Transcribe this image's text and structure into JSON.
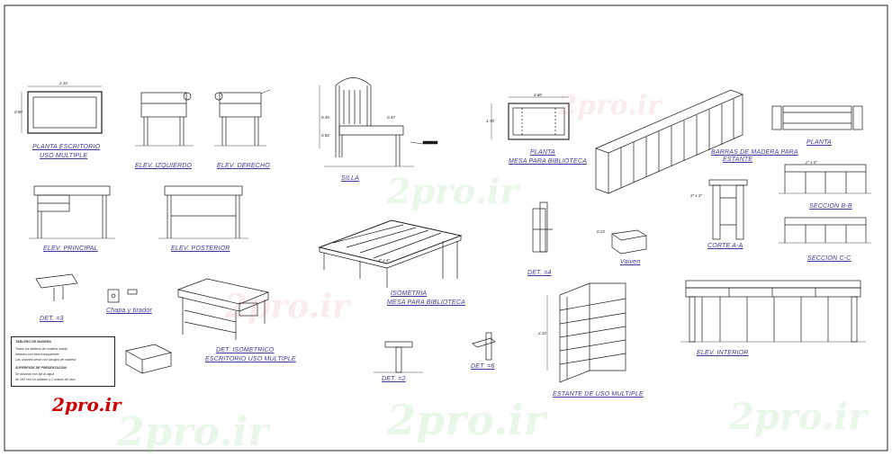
{
  "drawing": {
    "views": {
      "planta_escritorio": "PLANTA ESCRITORIO",
      "uso_multiple": "USO MULTIPLE",
      "elev_izquierdo": "ELEV. IZQUIERDO",
      "elev_derecho": "ELEV. DERECHO",
      "silla": "SILLA",
      "planta_mesa": "PLANTA",
      "mesa_biblioteca": "MESA PARA BIBLIOTECA",
      "elev_principal": "ELEV. PRINCIPAL",
      "elev_posterior": "ELEV. POSTERIOR",
      "isometria": "ISOMETRIA",
      "isometria_sub": "MESA PARA BIBLIOTECA",
      "barras_madera": "BARRAS DE MADERA PARA",
      "barras_madera_sub": "ESTANTE",
      "planta_right": "PLANTA",
      "seccion_bb": "SECCION B-B",
      "seccion_cc": "SECCION C-C",
      "corte_aa": "CORTE A-A",
      "vaiven": "Vaiven",
      "det3": "DET. =3",
      "chapa": "Chapa y tirador",
      "det_isometrico": "DET. ISOMETRICO",
      "det_isometrico_sub": "ESCRITORIO USO MULTIPLE",
      "det2": "DET. =2",
      "det6": "DET. =6",
      "det4": "DET. =4",
      "estante": "ESTANTE DE USO MULTIPLE",
      "elev_interior": "ELEV. INTERIOR"
    },
    "dims": {
      "d_plan_w": "2.10",
      "d_plan_h": "0.90",
      "d_chair_h1": "0.45",
      "d_chair_h2": "0.50",
      "d_chair_w": "0.47",
      "d_table_w": "3.60",
      "d_corte": "3\" x 3\"",
      "d_sec": "2\" x 5\"",
      "d_elev_h": "1.70",
      "d_iso": "4\" x 4\"",
      "d_est_h": "2.10",
      "d_vaiven": "0.23"
    },
    "notes_title": "TABLERO DE MADERA",
    "notes_lines": [
      "Todos los tableros de madera solida",
      "tratados con laca transparente",
      "Las uniones seran con tarugos de madera",
      "SUPERFICIE DE PRESENTACION",
      "Se alisaran con lija al agua",
      "de 150 con un sellador y 2 manos de laca"
    ],
    "logo": "2pro.ir",
    "watermark": "2pro.ir",
    "colors": {
      "line": "#1a1a1a",
      "accent": "#d10000",
      "label": "#3a3aa0"
    }
  }
}
